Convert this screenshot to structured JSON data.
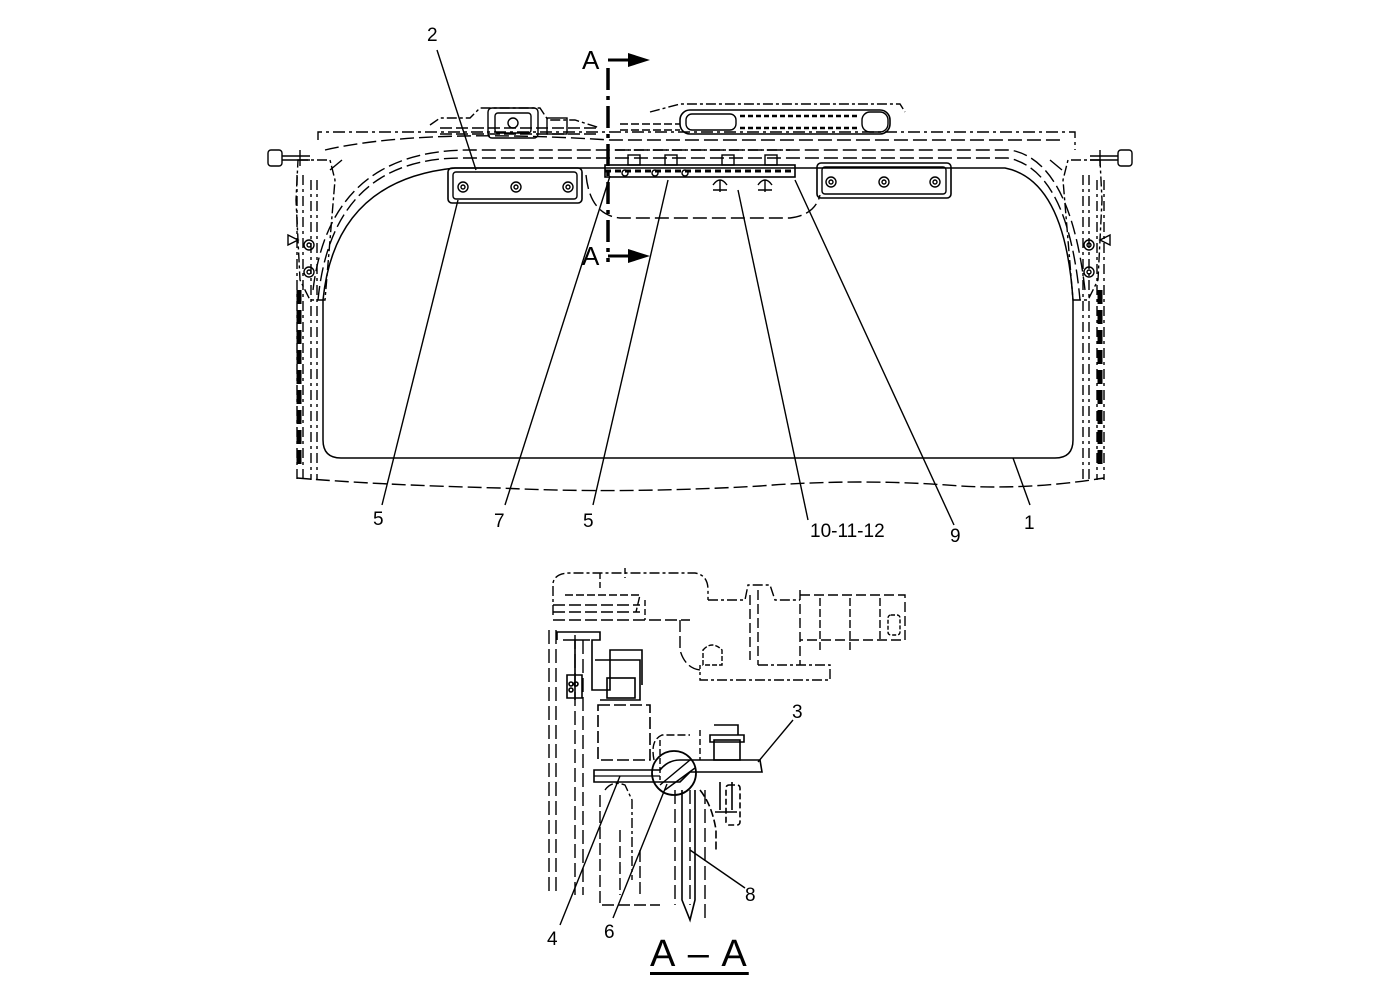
{
  "section_marks": {
    "top": "A",
    "bottom": "A"
  },
  "section_title": "A – A",
  "callouts": {
    "c1": "1",
    "c2": "2",
    "c3": "3",
    "c4": "4",
    "c5_left": "5",
    "c5_mid": "5",
    "c6": "6",
    "c7": "7",
    "c8": "8",
    "c9": "9",
    "c10_11_12": "10-11-12"
  },
  "colors": {
    "line": "#000000",
    "background": "#ffffff"
  }
}
